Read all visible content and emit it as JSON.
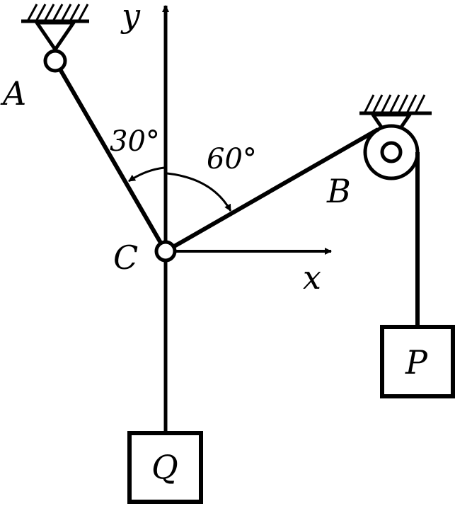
{
  "labels": {
    "point_a": "A",
    "point_b": "B",
    "point_c": "C",
    "axis_x": "x",
    "axis_y": "y",
    "angle_ac": "30°",
    "angle_cb": "60°",
    "weight_q": "Q",
    "weight_p": "P"
  },
  "colors": {
    "ink": "#000000",
    "background": "#ffffff"
  }
}
